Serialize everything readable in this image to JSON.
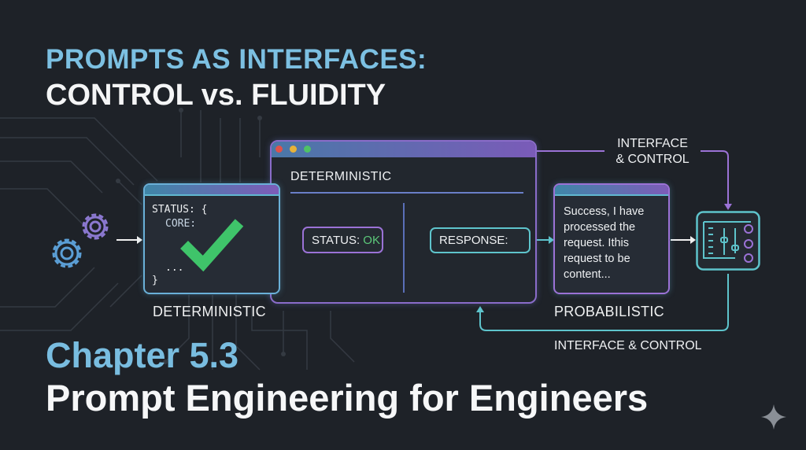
{
  "title": {
    "line1": "PROMPTS AS INTERFACES:",
    "line2": "CONTROL vs. FLUIDITY"
  },
  "chapter": {
    "number": "Chapter 5.3",
    "subtitle": "Prompt Engineering for Engineers"
  },
  "diagram": {
    "left_card": {
      "code": [
        "STATUS: {",
        "CORE:",
        "...",
        "}"
      ],
      "caption": "DETERMINISTIC"
    },
    "window": {
      "heading": "DETERMINISTIC",
      "status_key": "STATUS:",
      "status_value": "OK",
      "response": "RESPONSE:"
    },
    "right_card": {
      "text": "Success, I have processed the request. Ithis request to be content...",
      "caption": "PROBABILISTIC"
    },
    "top_loop_label": {
      "line1": "INTERFACE",
      "line2": "& CONTROL"
    },
    "bottom_loop_label": "INTERFACE & CONTROL"
  },
  "colors": {
    "accent_blue": "#7cc0e2",
    "accent_purple": "#9b72d6",
    "accent_teal": "#5ec4cc",
    "success": "#3fc46a",
    "background": "#1e2228"
  }
}
